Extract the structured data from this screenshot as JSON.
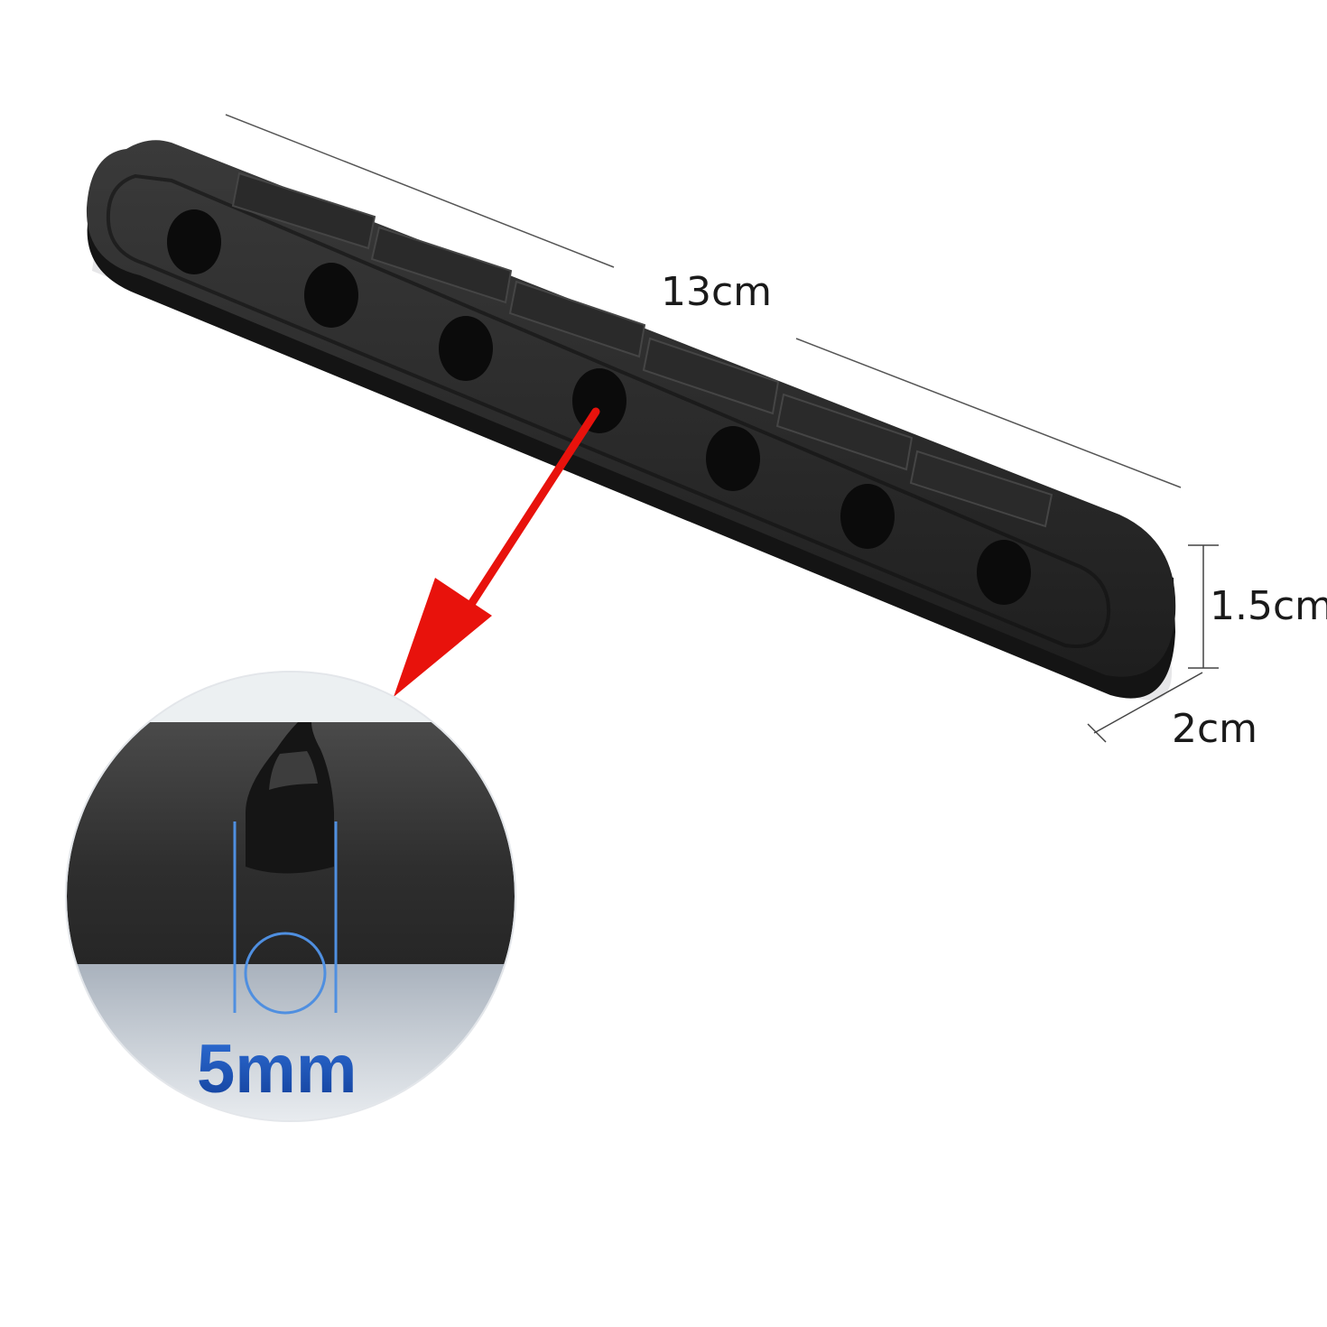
{
  "product": {
    "name": "cable-clip-organizer",
    "slot_count": 7,
    "color": "#1f1f1f",
    "adhesive_color": "#e8e8ea"
  },
  "dimensions": {
    "length_label": "13cm",
    "height_label": "1.5cm",
    "width_label": "2cm"
  },
  "detail": {
    "slot_width_label": "5mm",
    "label_color": "#1f58c2",
    "accent_line_color": "#4f8fe0"
  },
  "callout": {
    "arrow_color": "#e8120c",
    "icon": "arrow-down-left-icon"
  }
}
